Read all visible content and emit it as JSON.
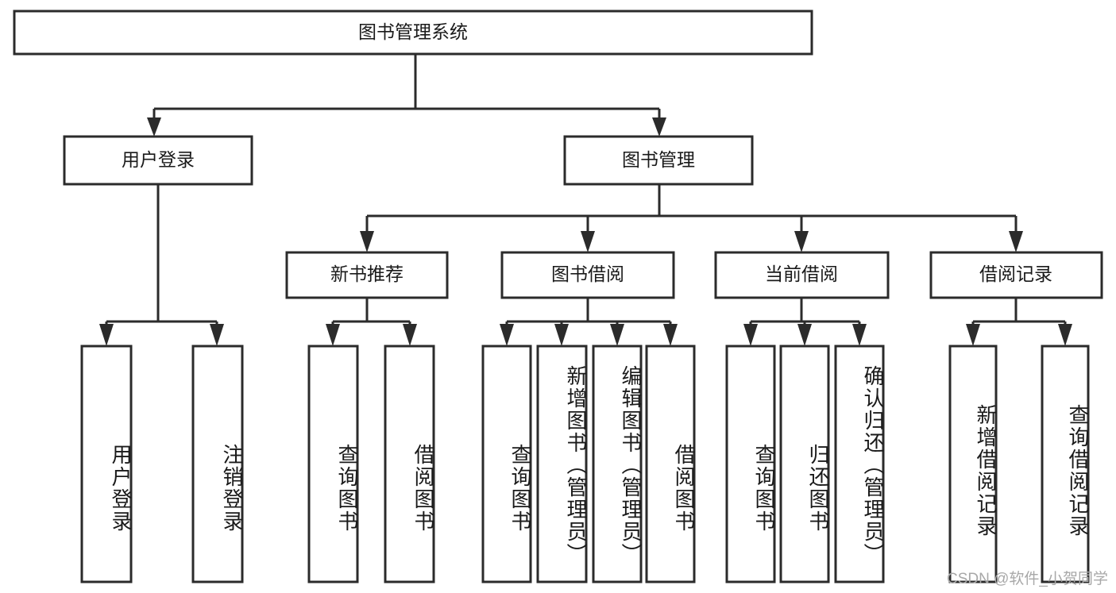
{
  "diagram": {
    "type": "tree-hierarchy",
    "title": "图书管理系统",
    "levels": {
      "root": {
        "label": "图书管理系统"
      },
      "level2": [
        {
          "label": "用户登录"
        },
        {
          "label": "图书管理"
        }
      ],
      "level3": [
        {
          "label": "新书推荐"
        },
        {
          "label": "图书借阅"
        },
        {
          "label": "当前借阅"
        },
        {
          "label": "借阅记录"
        }
      ],
      "leaves": {
        "user_login": [
          {
            "label": "用户登录"
          },
          {
            "label": "注销登录"
          }
        ],
        "new_book_recommend": [
          {
            "label": "查询图书"
          },
          {
            "label": "借阅图书"
          }
        ],
        "book_borrow": [
          {
            "label": "查询图书"
          },
          {
            "label": "新增图书（管理员）"
          },
          {
            "label": "编辑图书（管理员）"
          },
          {
            "label": "借阅图书"
          }
        ],
        "current_borrow": [
          {
            "label": "查询图书"
          },
          {
            "label": "归还图书"
          },
          {
            "label": "确认归还（管理员）"
          }
        ],
        "borrow_record": [
          {
            "label": "新增借阅记录"
          },
          {
            "label": "查询借阅记录"
          }
        ]
      }
    },
    "colors": {
      "stroke": "#2b2b2b",
      "fill": "#ffffff",
      "text": "#1a1a1a",
      "watermark": "#a8a8a8"
    }
  },
  "watermark": {
    "text": "CSDN @软件_小贺同学"
  }
}
